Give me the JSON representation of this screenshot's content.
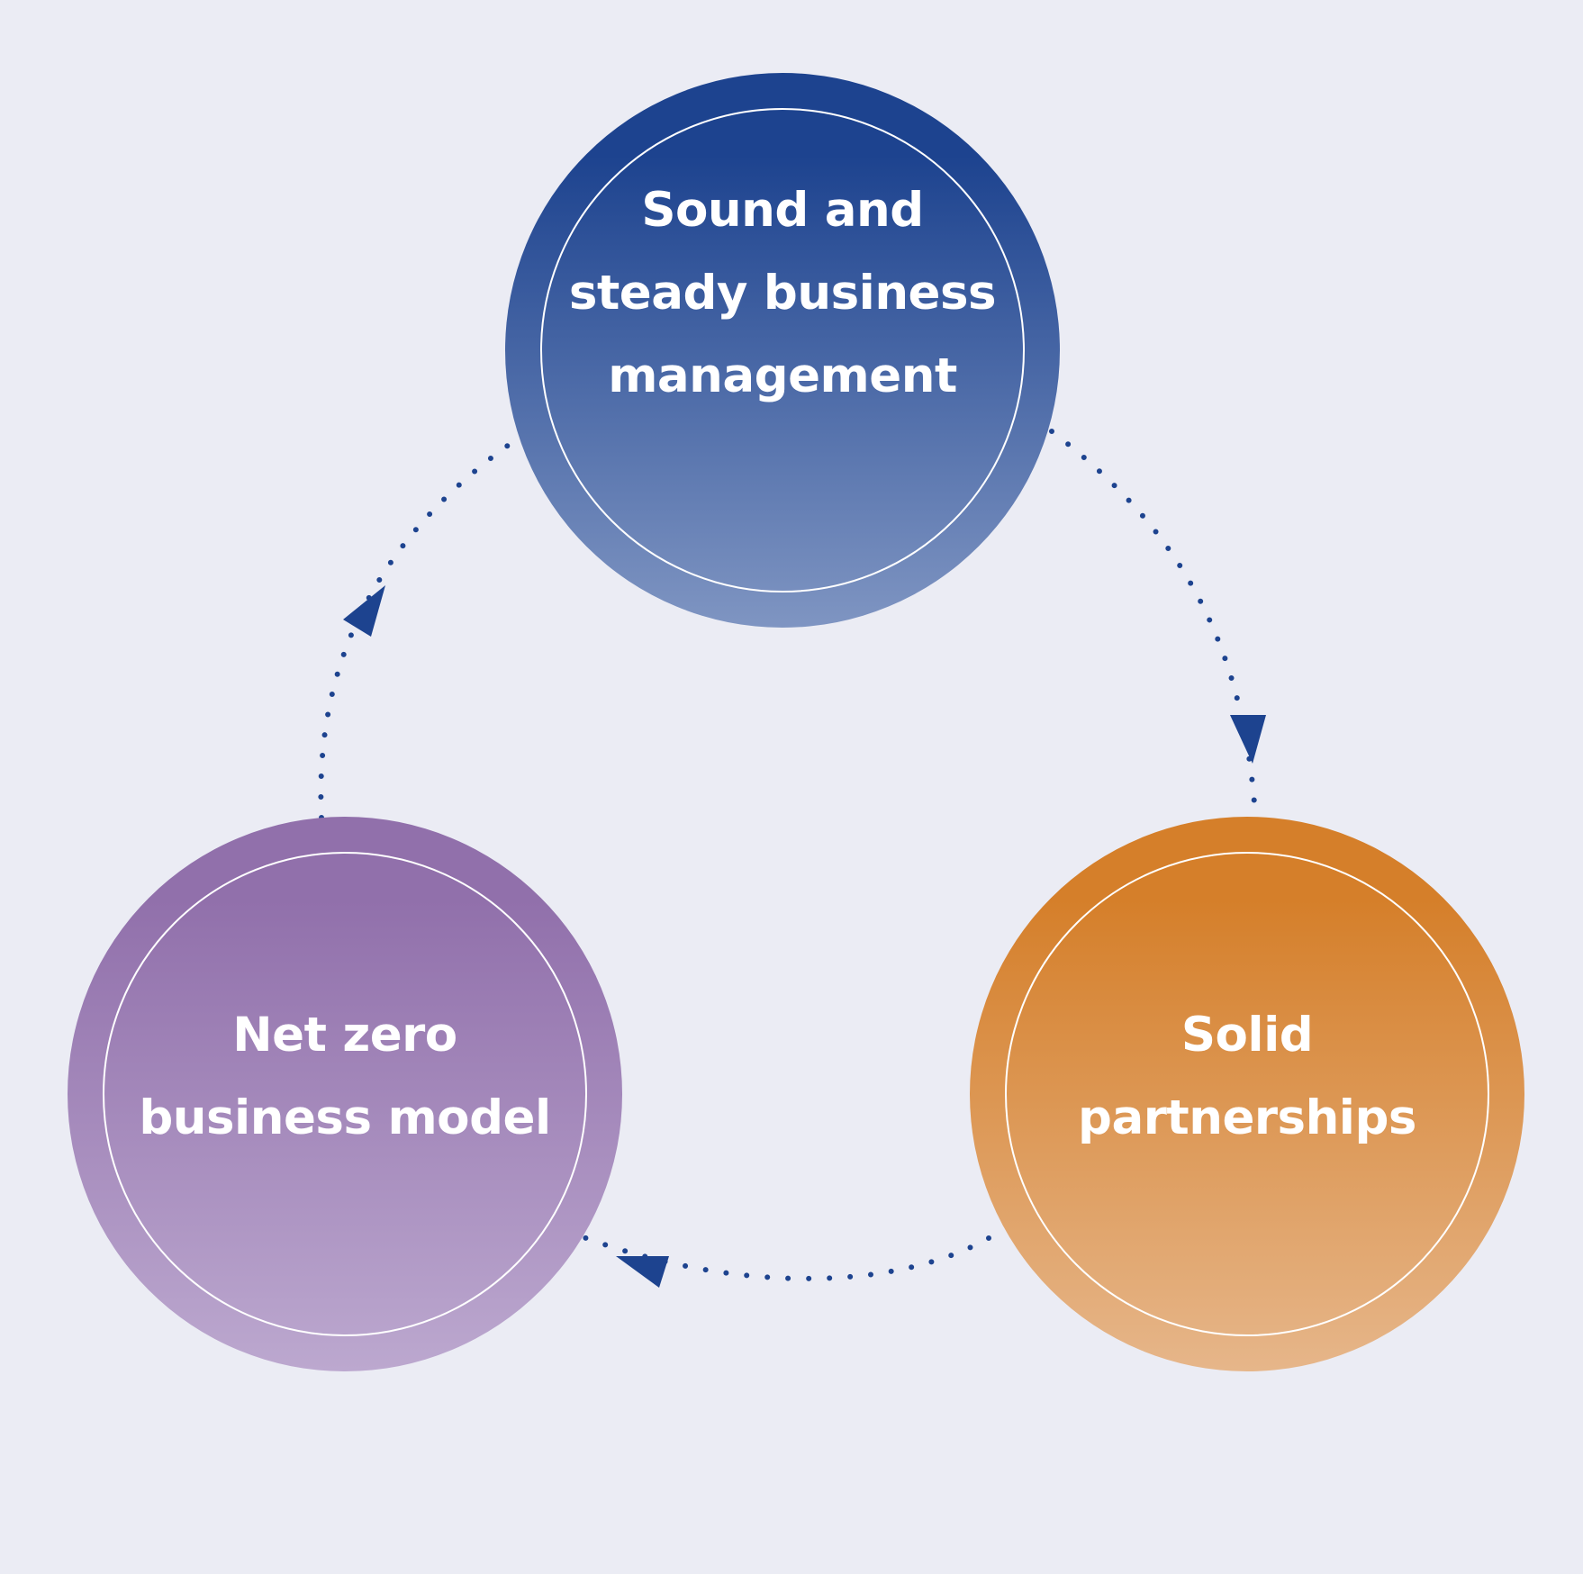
{
  "nodes": {
    "top": {
      "lines": [
        "Sound and",
        "steady business",
        "management"
      ],
      "color_top": "#1d438f",
      "color_bottom": "#7f95c2"
    },
    "right": {
      "lines": [
        "Solid",
        "partnerships"
      ],
      "color_top": "#d57f2a",
      "color_bottom": "#e6b68a"
    },
    "left": {
      "lines": [
        "Net zero",
        "business model"
      ],
      "color_top": "#9170ab",
      "color_bottom": "#bca8cf"
    }
  },
  "connector_color": "#1d438f",
  "background_color": "#ebecf4"
}
